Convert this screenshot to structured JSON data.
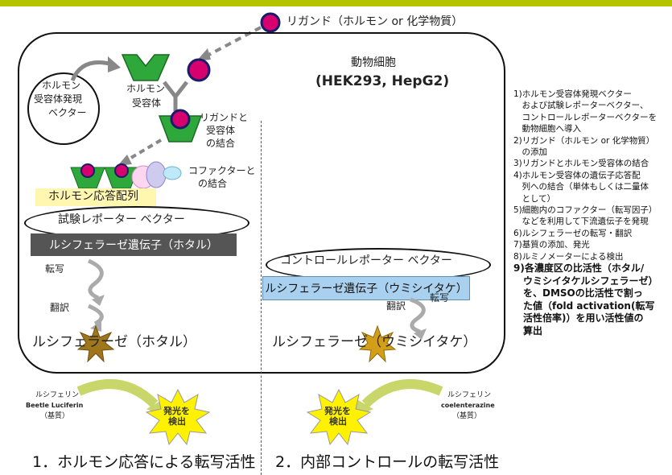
{
  "ligand": {
    "label": "リガンド（ホルモン or 化学物質）"
  },
  "cell": {
    "title": "動物細胞",
    "lines": "(HEK293, HepG2)"
  },
  "hormone_vector": {
    "line1": "ホルモン",
    "line2": "受容体発現",
    "line3": "ベクター"
  },
  "receptor": {
    "line1": "ホルモン",
    "line2": "受容体"
  },
  "binding": {
    "line1": "リガンドと",
    "line2": "受容体",
    "line3": "の結合"
  },
  "cofactor": {
    "line1": "コファクターと",
    "line2": "の結合"
  },
  "response_element": "ホルモン応答配列",
  "test_vector": {
    "label": "試験レポーター ベクター",
    "gene": "ルシフェラーゼ遺伝子（ホタル）"
  },
  "control_vector": {
    "label": "コントロールレポーター ベクター",
    "gene": "ルシフェラーゼ遺伝子（ウミシイタケ）"
  },
  "process": {
    "transcription": "転写",
    "translation": "翻訳"
  },
  "enzymes": {
    "firefly": "ルシフェラーゼ（ホタル）",
    "renilla": "ルシフェラーゼ（ウミシイタケ）"
  },
  "substrates": {
    "left": {
      "title": "ルシフェリン",
      "name": "Beetle Luciferin",
      "note": "（基質）"
    },
    "right": {
      "title": "ルシフェリン",
      "name": "coelenterazine",
      "note": "（基質）"
    }
  },
  "detect": {
    "line1": "発光を",
    "line2": "検出"
  },
  "captions": {
    "left": "1．ホルモン応答による転写活性",
    "right": "2．内部コントロールの転写活性"
  },
  "steps": [
    "1)ホルモン受容体発現ベクター",
    "　および試験レポーターベクター、",
    "　コントロールレポーターベクターを",
    "　動物細胞へ導入",
    "2)リガンド（ホルモン or 化学物質）",
    "　の添加",
    "3)リガンドとホルモン受容体の結合",
    "4)ホルモン受容体の遺伝子応答配",
    "　列への結合（単体もしくは二量体",
    "　として）",
    "5)細胞内のコファクター（転写因子）",
    "　などを利用して下流遺伝子を発現",
    "6)ルシフェラーゼの転写・翻訳",
    "7)基質の添加、発光",
    "8)ルミノメーターによる検出"
  ],
  "step9": [
    "9)各濃度区の比活性（ホタル/",
    "　ウミシイタケルシフェラーゼ）",
    "　を、DMSOの比活性で割っ",
    "　た値（fold activation(転写",
    "　活性倍率)）を用い活性値の",
    "　算出"
  ],
  "colors": {
    "accent_bar": "#b5c400",
    "receptor": "#2ea83a",
    "ligand": "#d6006e",
    "arrow": "#c8d66a",
    "firefly_gene": "#555555",
    "renilla_gene": "#a9d1ef",
    "response_element": "#fff7b0"
  }
}
